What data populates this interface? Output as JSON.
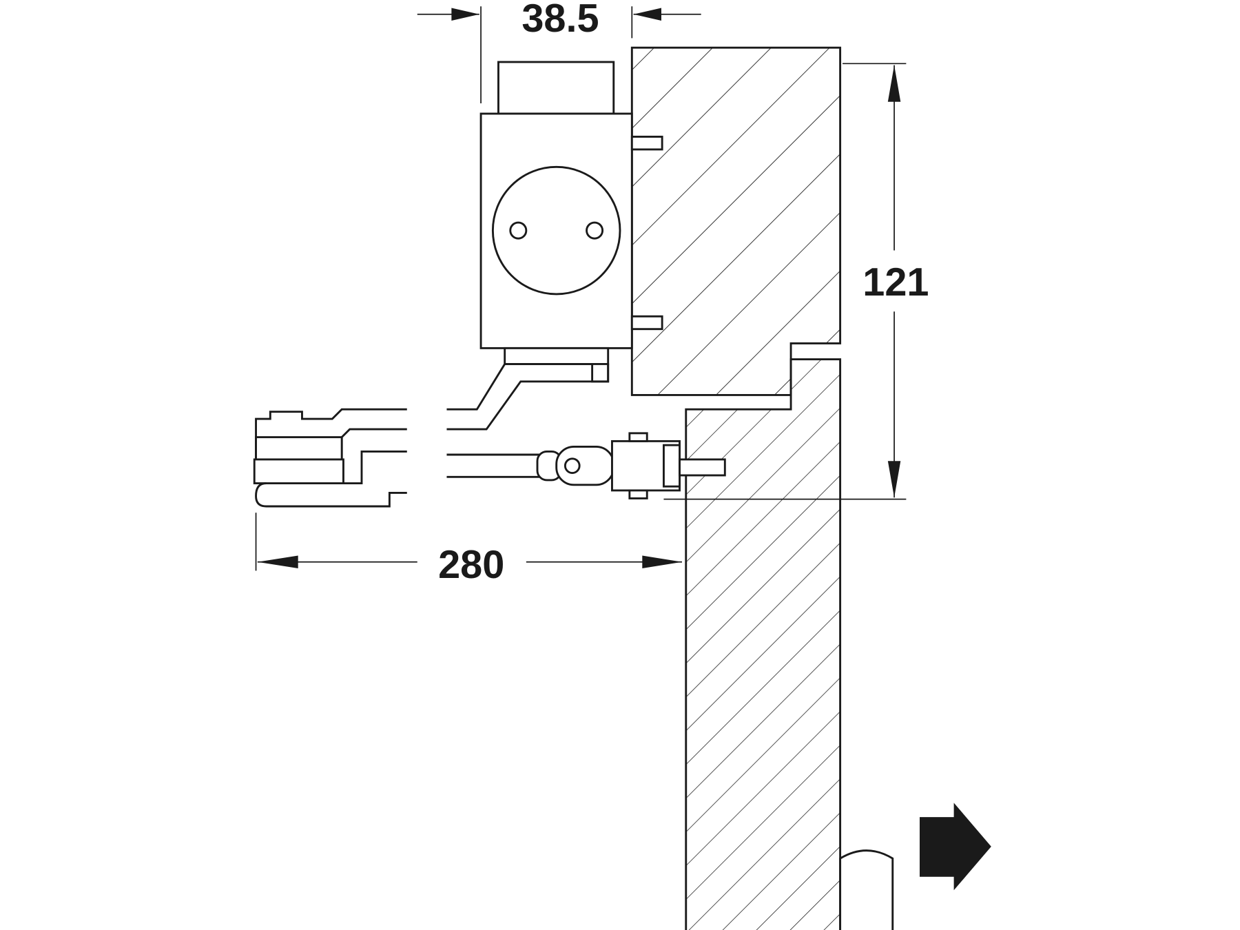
{
  "dimensions": {
    "closer_depth": "38.5",
    "height_offset": "121",
    "arm_length": "280"
  },
  "icons": {
    "direction_arrow": "arrow-right-icon"
  },
  "colors": {
    "line": "#1a1a1a",
    "background": "#ffffff"
  }
}
